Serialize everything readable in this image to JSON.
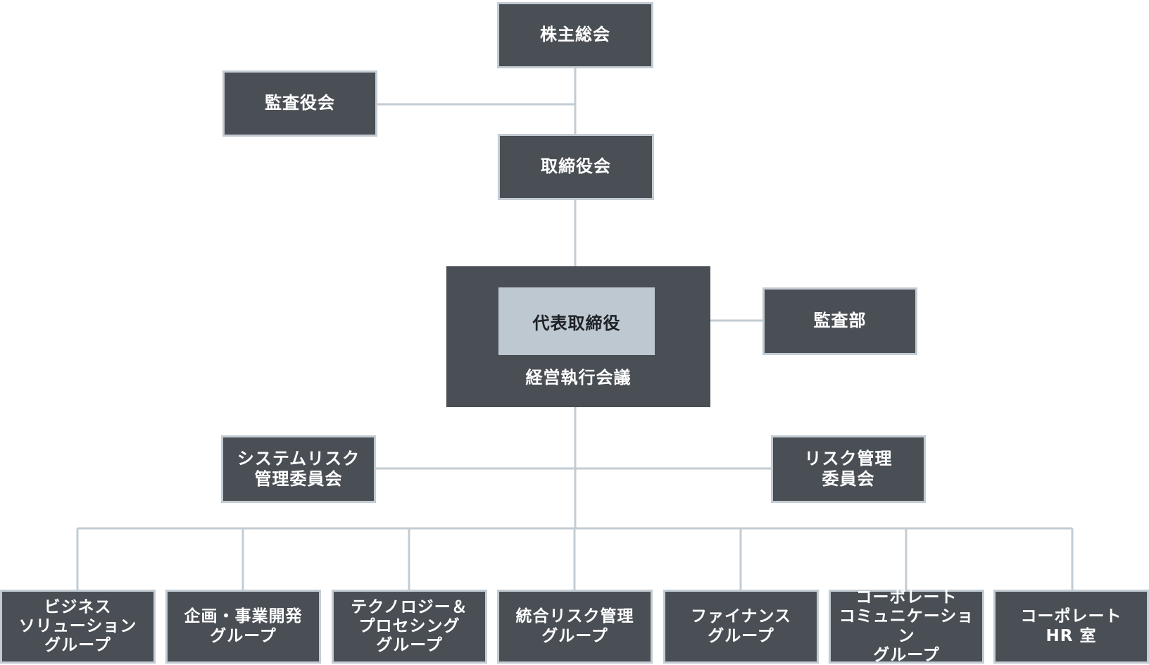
{
  "colors": {
    "box_fill": "#4a4f55",
    "box_border": "#c3ccd3",
    "ceo_fill": "#bdc8d0",
    "connector": "#c3ccd3",
    "text_light": "#ffffff",
    "text_dark": "#1d2125"
  },
  "org": {
    "shareholders": "株主総会",
    "auditors_board": "監査役会",
    "board": "取締役会",
    "ceo": "代表取締役",
    "exec_committee": "経営執行会議",
    "internal_audit": "監査部",
    "system_risk_committee": [
      "システムリスク",
      "管理委員会"
    ],
    "risk_committee": [
      "リスク管理",
      "委員会"
    ],
    "groups": [
      [
        "ビジネス",
        "ソリューション",
        "グループ"
      ],
      [
        "企画・事業開発",
        "グループ"
      ],
      [
        "テクノロジー＆",
        "プロセシング",
        "グループ"
      ],
      [
        "統合リスク管理",
        "グループ"
      ],
      [
        "ファイナンス",
        "グループ"
      ],
      [
        "コーポレート",
        "コミュニケーション",
        "グループ"
      ],
      [
        "コーポレート",
        "HR 室"
      ]
    ]
  }
}
